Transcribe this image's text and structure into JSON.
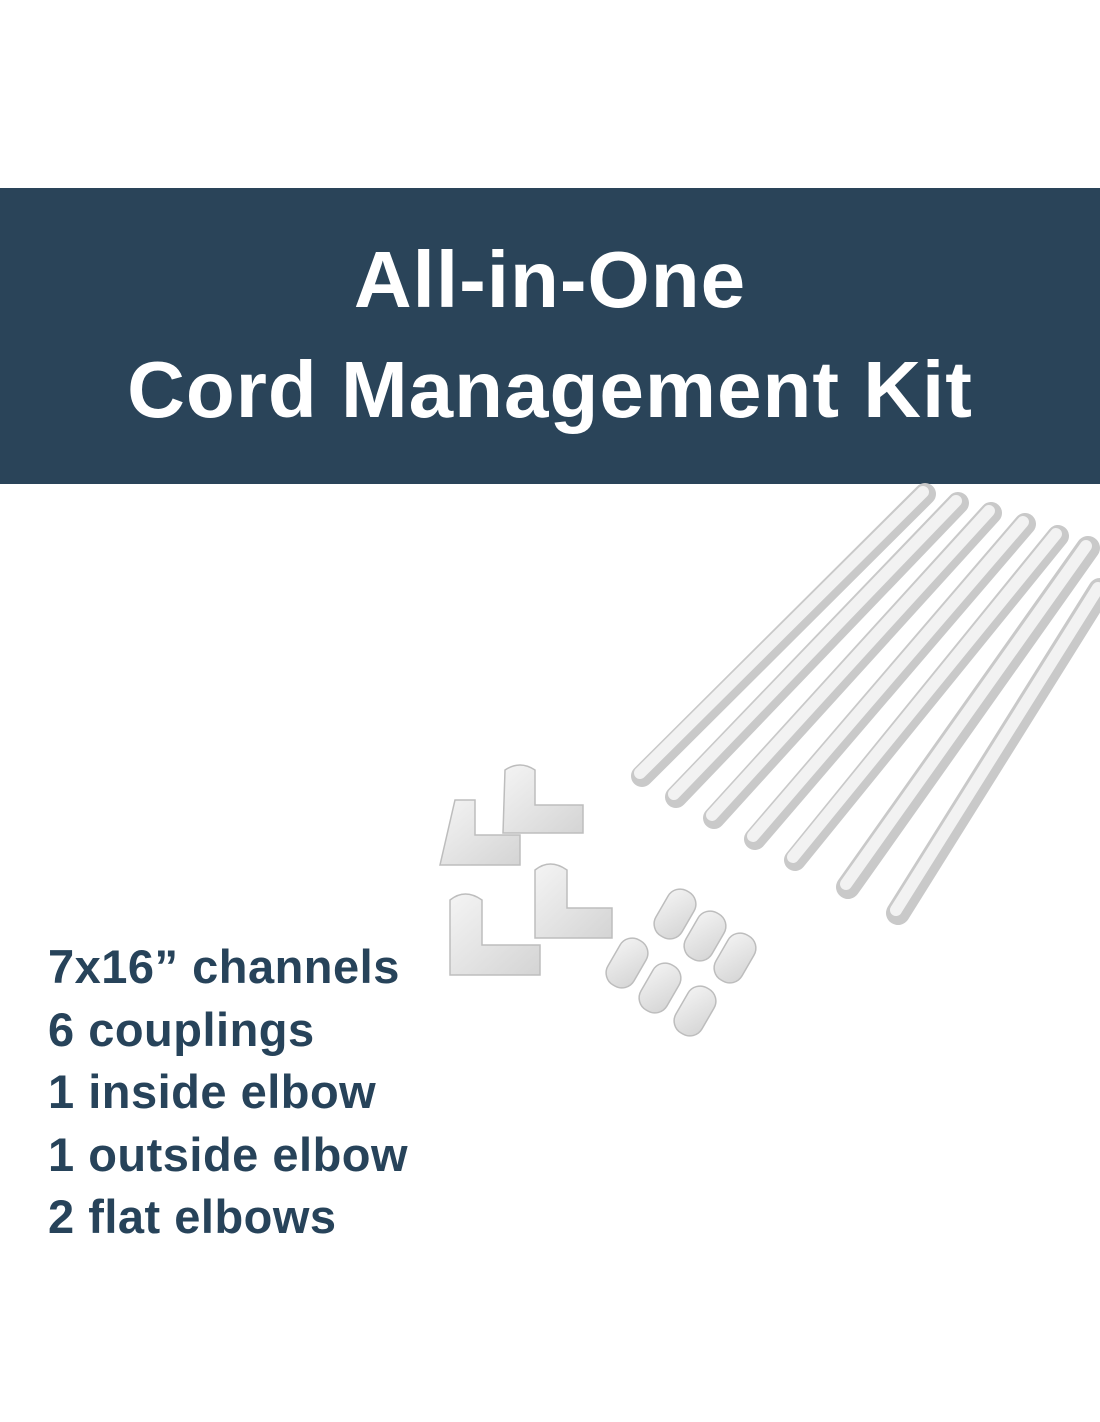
{
  "banner": {
    "line1": "All-in-One",
    "line2": "Cord Management Kit",
    "background": "#2a4459"
  },
  "contents": [
    "7x16” channels",
    "6 couplings",
    "1 inside elbow",
    "1 outside elbow",
    "2 flat elbows"
  ],
  "text_color": "#27435a"
}
